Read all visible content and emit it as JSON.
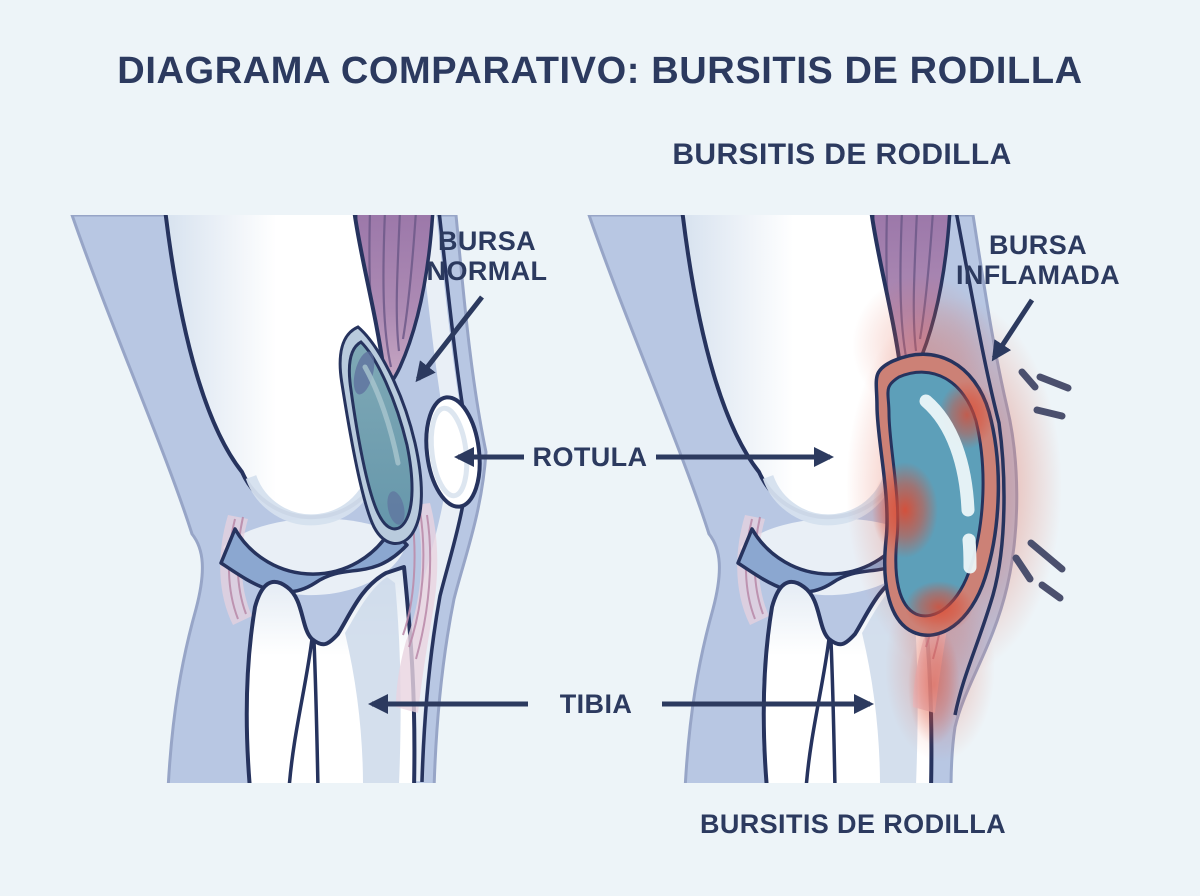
{
  "diagram": {
    "title": "DIAGRAMA COMPARATIVO: BURSITIS DE RODILLA",
    "subtitle": "BURSITIS DE RODILLA",
    "bottom_caption": "BURSITIS DE RODILLA",
    "annotations": {
      "bursa_normal_line1": "BURSA",
      "bursa_normal_line2": "NORMAL",
      "bursa_inflamada_line1": "BURSA",
      "bursa_inflamada_line2": "INFLAMADA",
      "rotula": "ROTULA",
      "tibia": "TIBIA"
    },
    "colors": {
      "background": "#edf4f8",
      "text_navy": "#2c3a5f",
      "outline_navy": "#26335e",
      "skin": "#b8c7e3",
      "bone_white": "#ffffff",
      "muscle_purple": "#9b77a9",
      "bursa_normal_teal": "#6e9fb0",
      "bursa_inflamed_teal": "#5d9fb9",
      "inflammation_red": "#dd4a31"
    }
  }
}
